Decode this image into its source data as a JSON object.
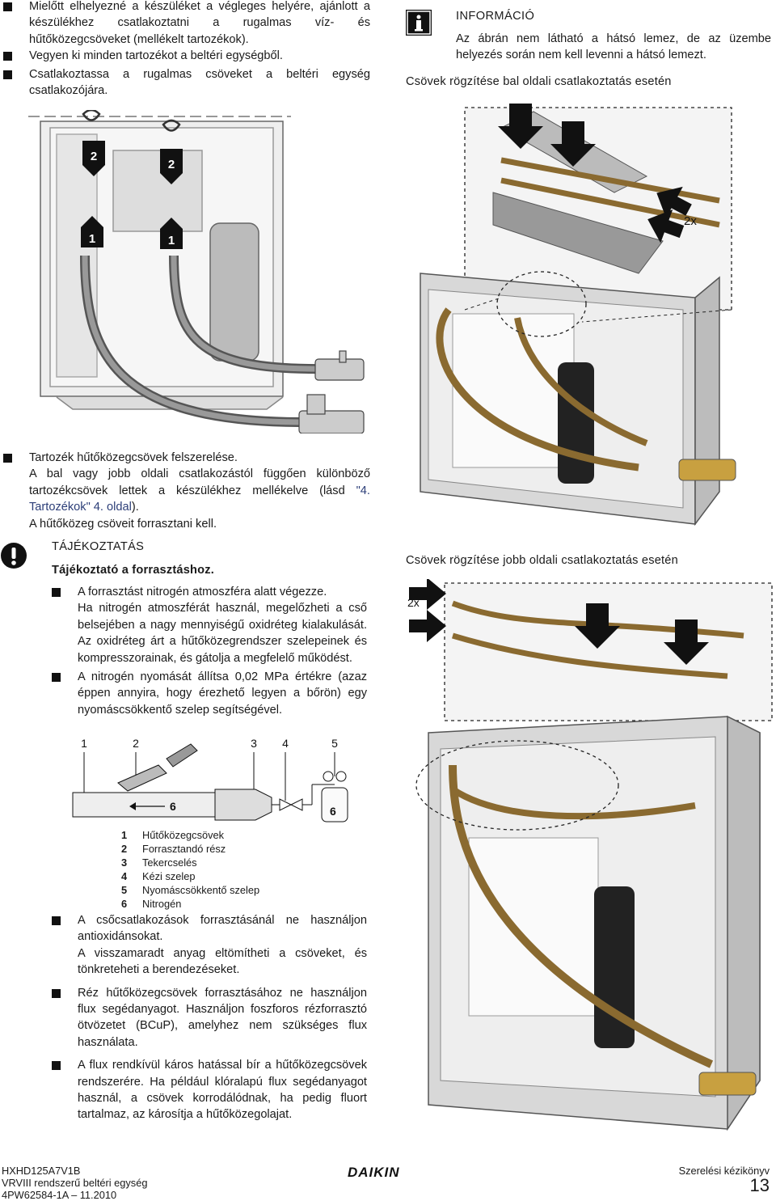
{
  "top_left": {
    "bullets": [
      "Mielőtt elhelyezné a készüléket a végleges helyére, ajánlott a készülékhez csatlakoztatni a rugalmas víz- és hűtőközegcsöveket (mellékelt tartozékok).",
      "Vegyen ki minden tartozékot a beltéri egységből.",
      "Csatlakoztassa a rugalmas csöveket a beltéri egység csatlakozójára."
    ]
  },
  "info_box": {
    "title": "INFORMÁCIÓ",
    "text": "Az ábrán nem látható a hátsó lemez, de az üzembe helyezés során nem kell levenni a hátsó lemezt."
  },
  "left_figure": {
    "labels": [
      "2",
      "2",
      "1",
      "1"
    ]
  },
  "right_fig1": {
    "caption": "Csövek rögzítése bal oldali csatlakoztatás esetén",
    "label": "2x"
  },
  "right_fig2": {
    "caption": "Csövek rögzítése jobb oldali csatlakoztatás esetén",
    "label": "2x"
  },
  "accessory": {
    "bullet": "Tartozék hűtőközegcsövek felszerelése.",
    "line1": "A bal vagy jobb oldali csatlakozástól függően különböző tartozékcsövek lettek a készülékhez mellékelve (lásd",
    "link": "\"4. Tartozékok\" 4. oldal",
    "after_link": ").",
    "line3": "A hűtőközeg csöveit forrasztani kell."
  },
  "warning": {
    "title": "TÁJÉKOZTATÁS",
    "subtitle": "Tájékoztató a forrasztáshoz.",
    "b1_line1": "A forrasztást nitrogén atmoszféra alatt végezze.",
    "b1_rest": "Ha nitrogén atmoszférát használ, megelőzheti a cső belsejében a nagy mennyiségű oxidréteg kialakulását. Az oxidréteg árt a hűtőközegrendszer szelepeinek és kompresszorainak, és gátolja a megfelelő működést.",
    "b2": "A nitrogén nyomását állítsa 0,02 MPa értékre (azaz éppen annyira, hogy érezhető legyen a bőrön) egy nyomáscsökkentő szelep segítségével."
  },
  "diagram": {
    "numbers": [
      "1",
      "2",
      "3",
      "4",
      "5"
    ],
    "label6": "6"
  },
  "legend": [
    {
      "num": "1",
      "text": "Hűtőközegcsövek"
    },
    {
      "num": "2",
      "text": "Forrasztandó rész"
    },
    {
      "num": "3",
      "text": "Tekercselés"
    },
    {
      "num": "4",
      "text": "Kézi szelep"
    },
    {
      "num": "5",
      "text": "Nyomáscsökkentő szelep"
    },
    {
      "num": "6",
      "text": "Nitrogén"
    }
  ],
  "lower_bullets": [
    {
      "l1": "A csőcsatlakozások forrasztásánál ne használjon antioxidánsokat.",
      "l2": "A visszamaradt anyag eltömítheti a csöveket, és tönkreteheti a berendezéseket."
    },
    {
      "l1": "Réz hűtőközegcsövek forrasztásához ne használjon flux segédanyagot. Használjon foszforos rézforrasztó ötvözetet (BCuP), amelyhez nem szükséges flux használata.",
      "l2": ""
    },
    {
      "l1": "A flux rendkívül káros hatással bír a hűtőközegcsövek rendszerére. Ha például klóralapú flux segédanyagot használ, a csövek korrodálódnak, ha pedig fluort tartalmaz, az károsítja a hűtőközegolajat.",
      "l2": ""
    }
  ],
  "footer": {
    "model": "HXHD125A7V1B",
    "line2": "VRVIII rendszerű beltéri egység",
    "line3": "4PW62584-1A – 11.2010",
    "brand": "DAIKIN",
    "manual": "Szerelési kézikönyv",
    "page": "13"
  }
}
